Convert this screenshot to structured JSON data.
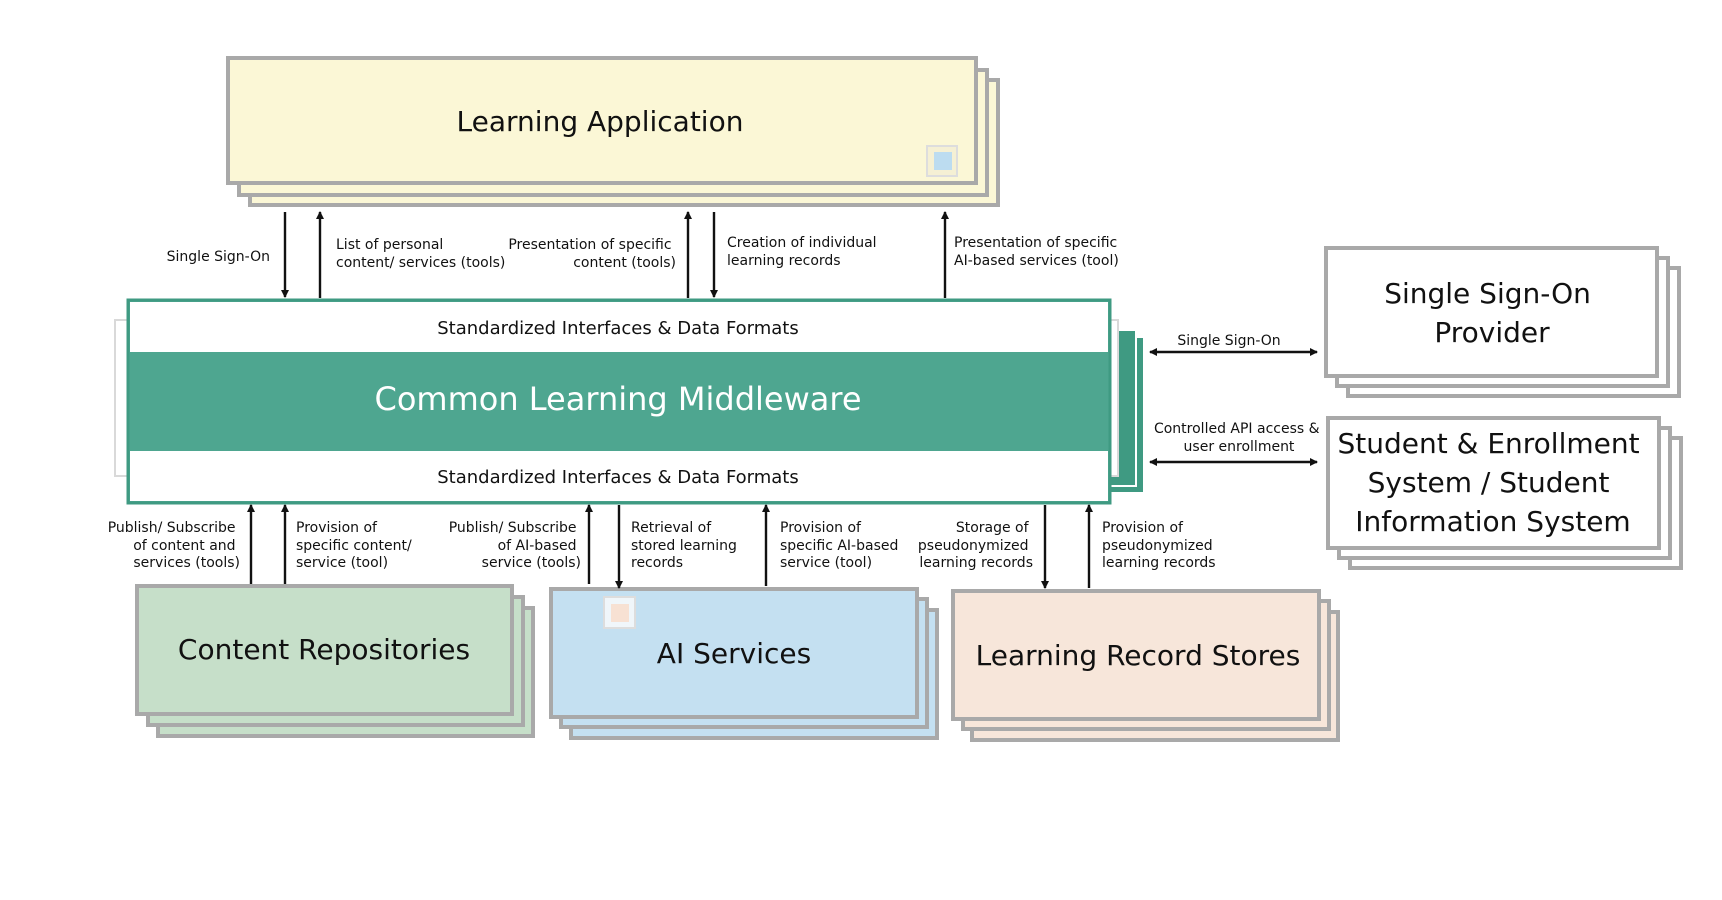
{
  "colors": {
    "learning_app_fill": "#fbf7d6",
    "middleware_fill": "#4ea690",
    "middleware_border": "#3f9a82",
    "content_repo_fill": "#c6dfc9",
    "ai_services_fill": "#c4e0f1",
    "lrs_fill": "#f7e6da",
    "white_box_fill": "#ffffff",
    "border_gray": "#a9a9a9"
  },
  "boxes": {
    "learning_application": {
      "title": "Learning Application"
    },
    "middleware": {
      "title": "Common Learning Middleware",
      "top_band": "Standardized Interfaces & Data Formats",
      "bottom_band": "Standardized Interfaces & Data Formats"
    },
    "sso_provider": {
      "title_lines": [
        "Single Sign-On",
        "Provider"
      ]
    },
    "student_system": {
      "title_lines": [
        "Student & Enrollment",
        "System / Student",
        "Information System"
      ]
    },
    "content_repositories": {
      "title": "Content Repositories"
    },
    "ai_services": {
      "title": "AI Services"
    },
    "learning_record_stores": {
      "title": "Learning Record Stores"
    }
  },
  "top_flows": {
    "single_sign_on": {
      "lines": [
        "Single Sign-On"
      ]
    },
    "list_of_personal_content": {
      "lines": [
        "List of personal",
        "content/ services (tools)"
      ]
    },
    "presentation_of_specific_content": {
      "lines": [
        "Presentation of specific",
        "content (tools)"
      ]
    },
    "creation_of_learning_records": {
      "lines": [
        "Creation of individual",
        "learning records"
      ]
    },
    "presentation_of_ai_services": {
      "lines": [
        "Presentation of specific",
        "AI-based services (tool)"
      ]
    }
  },
  "right_flows": {
    "single_sign_on": {
      "lines": [
        "Single Sign-On"
      ]
    },
    "controlled_api_access": {
      "lines": [
        "Controlled API access &",
        "user enrollment"
      ]
    }
  },
  "bottom_flows": {
    "publish_subscribe_content": {
      "lines": [
        "Publish/ Subscribe",
        "of content and",
        "services (tools)"
      ]
    },
    "provision_of_content": {
      "lines": [
        "Provision of",
        "specific content/",
        "service (tool)"
      ]
    },
    "publish_subscribe_ai": {
      "lines": [
        "Publish/ Subscribe",
        "of AI-based",
        "service (tools)"
      ]
    },
    "retrieval_of_records": {
      "lines": [
        "Retrieval of",
        "stored learning",
        "records"
      ]
    },
    "provision_of_ai_service": {
      "lines": [
        "Provision of",
        "specific AI-based",
        "service (tool)"
      ]
    },
    "storage_of_pseudonymized": {
      "lines": [
        "Storage of",
        "pseudonymized",
        "learning records"
      ]
    },
    "provision_of_pseudonymized": {
      "lines": [
        "Provision of",
        "pseudonymized",
        "learning records"
      ]
    }
  }
}
